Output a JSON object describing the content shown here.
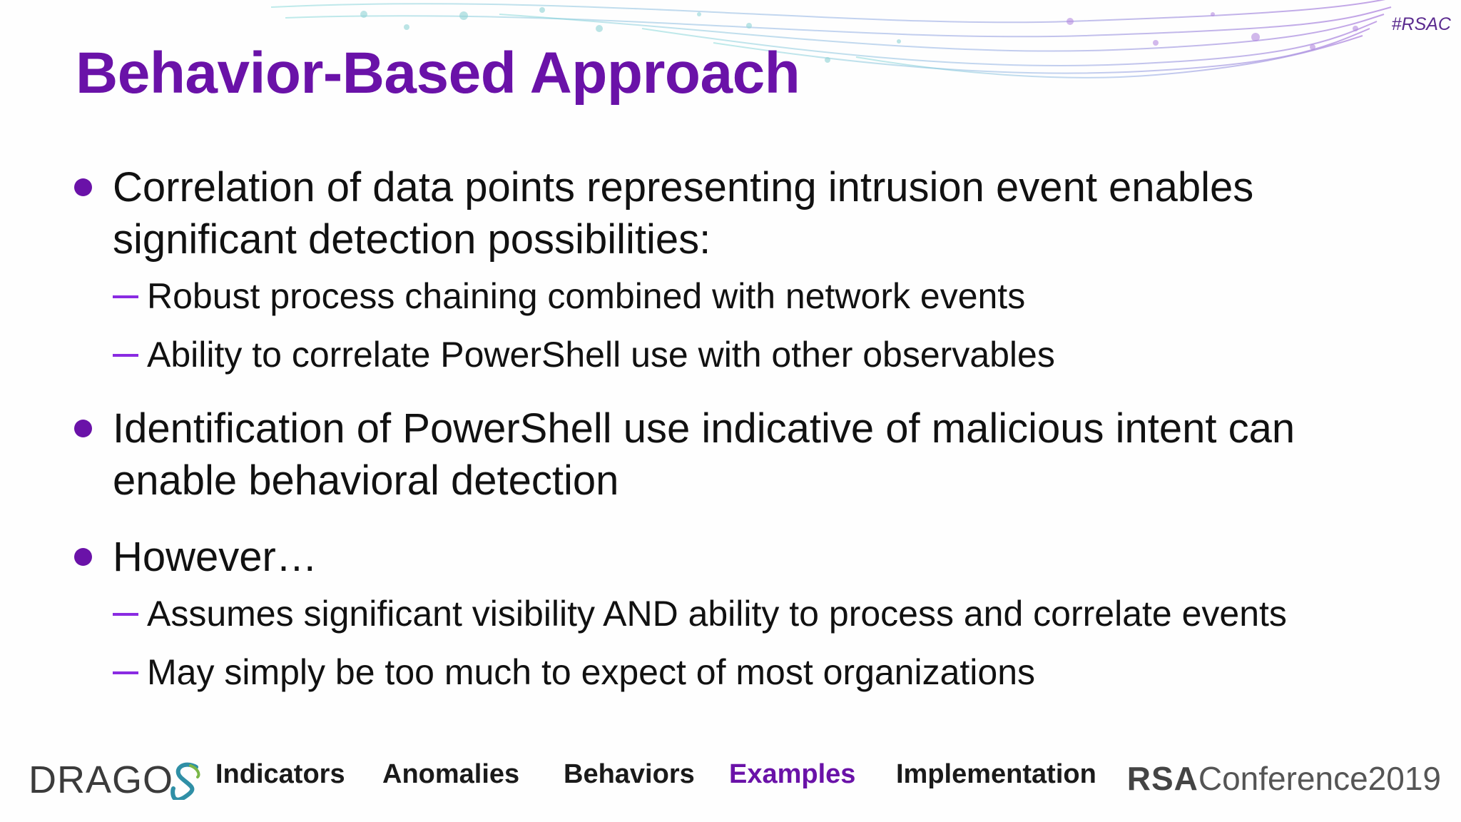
{
  "hashtag": "#RSAC",
  "title": "Behavior-Based Approach",
  "bullets": [
    {
      "text": "Correlation of data points representing intrusion event enables significant detection possibilities:",
      "subs": [
        "Robust process chaining combined with network events",
        "Ability to correlate PowerShell use with other observables"
      ]
    },
    {
      "text": "Identification of PowerShell use indicative of malicious intent can enable behavioral detection",
      "subs": []
    },
    {
      "text": "However…",
      "subs": [
        "Assumes significant visibility AND ability to process and correlate events",
        "May simply be too much to expect of most organizations"
      ]
    }
  ],
  "footer": {
    "logo_text": "DRAGOS",
    "logo_text_letters": "DRAGO",
    "nav": [
      "Indicators",
      "Anomalies",
      "Behaviors",
      "Examples",
      "Implementation"
    ],
    "active_nav": "Examples",
    "rsa_bold": "RSA",
    "rsa_light": "Conference2019"
  },
  "colors": {
    "title": "#6a12a8",
    "accent": "#8a2be2",
    "nav_active": "#6a12a8",
    "hashtag": "#5b2b8f"
  },
  "icons": {
    "logo_mark": "dragos-s-swirl-icon"
  }
}
